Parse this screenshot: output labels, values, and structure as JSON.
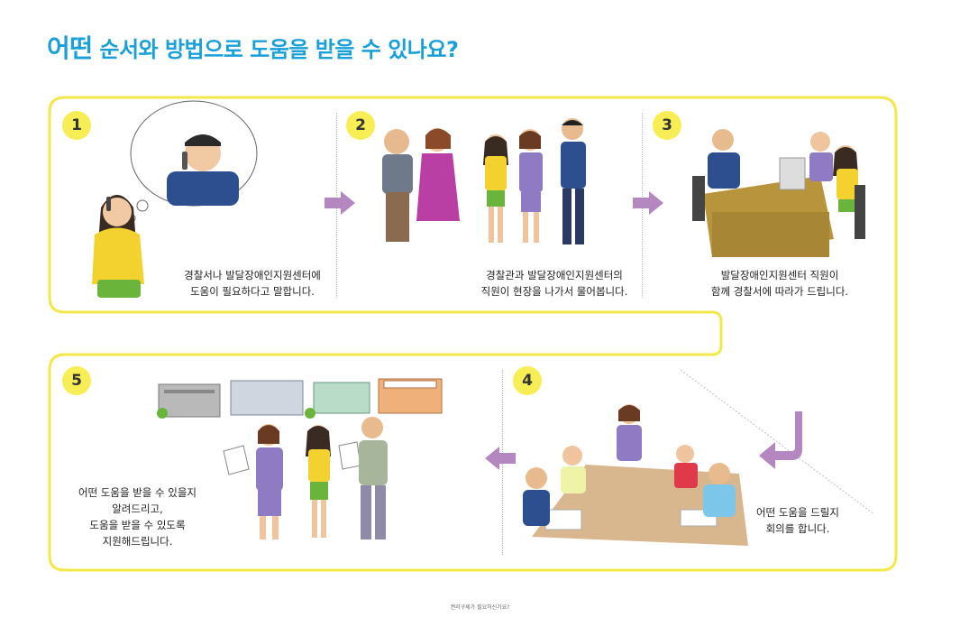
{
  "page_title": {
    "first": "어떤",
    "rest": " 순서와 방법으로 도움을 받을 수 있나요?"
  },
  "steps": [
    {
      "number": "1",
      "caption_line1": "경찰서나 발달장애인지원센터에",
      "caption_line2": "도움이 필요하다고 말합니다."
    },
    {
      "number": "2",
      "caption_line1": "경찰관과 발달장애인지원센터의",
      "caption_line2": "직원이 현장을 나가서 물어봅니다."
    },
    {
      "number": "3",
      "caption_line1": "발달장애인지원센터 직원이",
      "caption_line2": "함께 경찰서에 따라가 드립니다."
    },
    {
      "number": "4",
      "caption_line1": "어떤 도움을 드릴지",
      "caption_line2": "회의를 합니다."
    },
    {
      "number": "5",
      "caption_line1": "어떤 도움을 받을 수 있을지",
      "caption_line2": "알려드리고,",
      "caption_line3": "도움을 받을 수 있도록",
      "caption_line4": "지원해드립니다."
    }
  ],
  "footer_text": "권리구제가 필요하신가요?",
  "colors": {
    "title": "#1aa0d8",
    "frame": "#f2e84a",
    "badge": "#f7ee55",
    "arrow": "#b487c0"
  }
}
